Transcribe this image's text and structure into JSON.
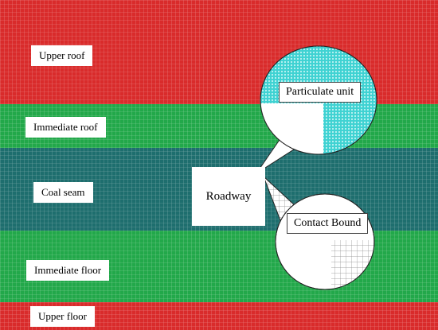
{
  "layers": [
    {
      "id": "upper-roof",
      "label": "Upper roof",
      "color": "#d92b2b"
    },
    {
      "id": "immediate-roof",
      "label": "Immediate roof",
      "color": "#22a84a"
    },
    {
      "id": "coal-seam",
      "label": "Coal seam",
      "color": "#1e6e6e"
    },
    {
      "id": "immediate-floor",
      "label": "Immediate floor",
      "color": "#22a84a"
    },
    {
      "id": "upper-floor",
      "label": "Upper floor",
      "color": "#d92b2b"
    }
  ],
  "roadway": {
    "label": "Roadway"
  },
  "callouts": {
    "particulate": {
      "label": "Particulate unit",
      "fill": "#35c9c9"
    },
    "contact": {
      "label": "Contact Bound"
    }
  }
}
